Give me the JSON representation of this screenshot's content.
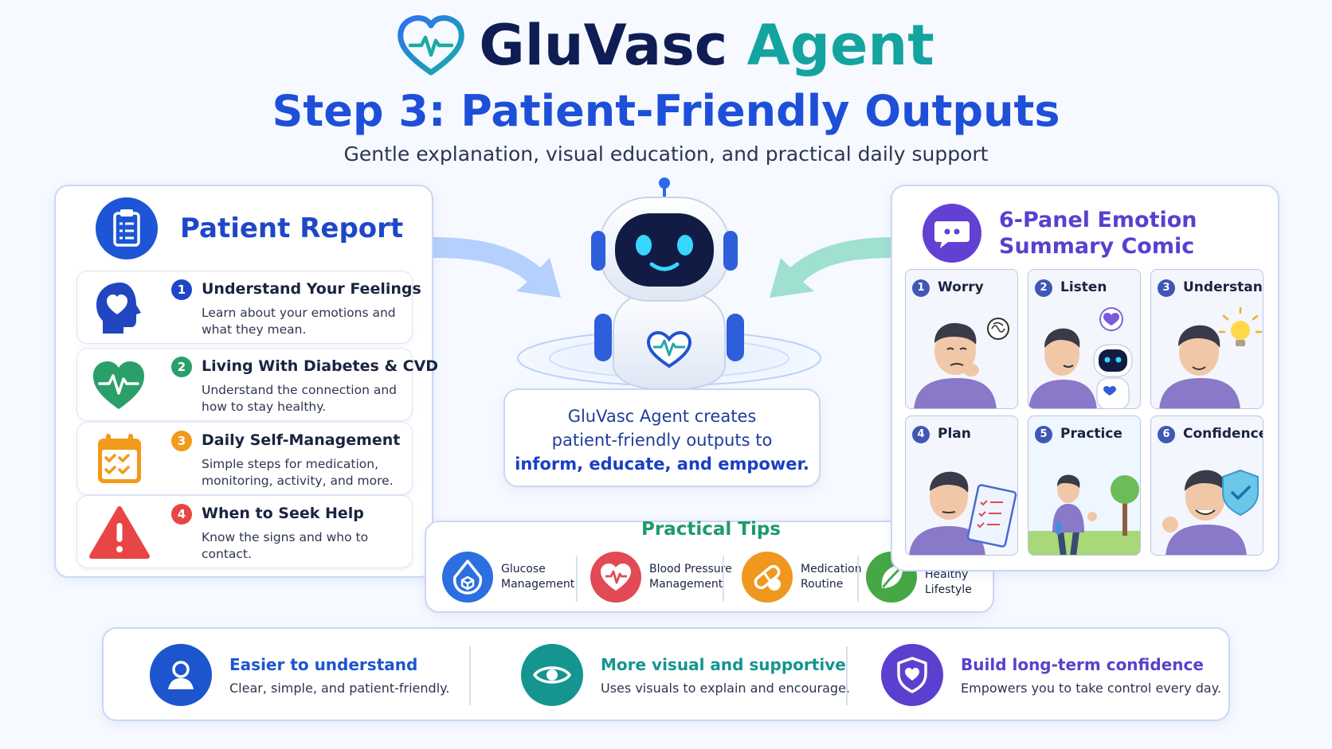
{
  "header": {
    "brand_part1": "GluVasc",
    "brand_part2": "Agent",
    "step_title": "Step 3: Patient-Friendly Outputs",
    "subtitle": "Gentle explanation, visual education, and practical daily support"
  },
  "report": {
    "title": "Patient Report",
    "items": [
      {
        "num": "1",
        "title": "Understand Your Feelings",
        "desc": "Learn about your emotions and what they mean.",
        "icon": "head-heart-icon",
        "color": "#1f46c8"
      },
      {
        "num": "2",
        "title": "Living With Diabetes & CVD",
        "desc": "Understand the connection and how to stay healthy.",
        "icon": "heartbeat-icon",
        "color": "#2a9f6a"
      },
      {
        "num": "3",
        "title": "Daily Self-Management",
        "desc": "Simple steps for medication, monitoring, activity, and more.",
        "icon": "calendar-check-icon",
        "color": "#f29a1a"
      },
      {
        "num": "4",
        "title": "When to Seek Help",
        "desc": "Know the signs and who to contact.",
        "icon": "warning-icon",
        "color": "#e84545"
      }
    ]
  },
  "center": {
    "line1": "GluVasc Agent creates",
    "line2": "patient-friendly outputs to",
    "line3": "inform, educate, and empower."
  },
  "tips": {
    "title": "Practical Tips",
    "items": [
      {
        "label_1": "Glucose",
        "label_2": "Management",
        "icon": "glucose-drop-icon",
        "color": "#2b6fe0"
      },
      {
        "label_1": "Blood Pressure",
        "label_2": "Management",
        "icon": "heart-pulse-icon",
        "color": "#e24a55"
      },
      {
        "label_1": "Medication",
        "label_2": "Routine",
        "icon": "pill-icon",
        "color": "#f0981e"
      },
      {
        "label_1": "Healthy",
        "label_2": "Lifestyle",
        "icon": "leaf-icon",
        "color": "#45a845"
      }
    ]
  },
  "comic": {
    "title_1": "6-Panel Emotion",
    "title_2": "Summary Comic",
    "panels": [
      {
        "num": "1",
        "label": "Worry"
      },
      {
        "num": "2",
        "label": "Listen"
      },
      {
        "num": "3",
        "label": "Understand"
      },
      {
        "num": "4",
        "label": "Plan"
      },
      {
        "num": "5",
        "label": "Practice"
      },
      {
        "num": "6",
        "label": "Confidence"
      }
    ]
  },
  "benefits": [
    {
      "title": "Easier to understand",
      "desc": "Clear, simple, and patient-friendly.",
      "icon": "person-icon",
      "color": "#1d55cf"
    },
    {
      "title": "More visual and supportive",
      "desc": "Uses visuals to explain and encourage.",
      "icon": "eye-icon",
      "color": "#14958f"
    },
    {
      "title": "Build long-term confidence",
      "desc": "Empowers you to take control every day.",
      "icon": "shield-heart-icon",
      "color": "#5b3fcf"
    }
  ]
}
